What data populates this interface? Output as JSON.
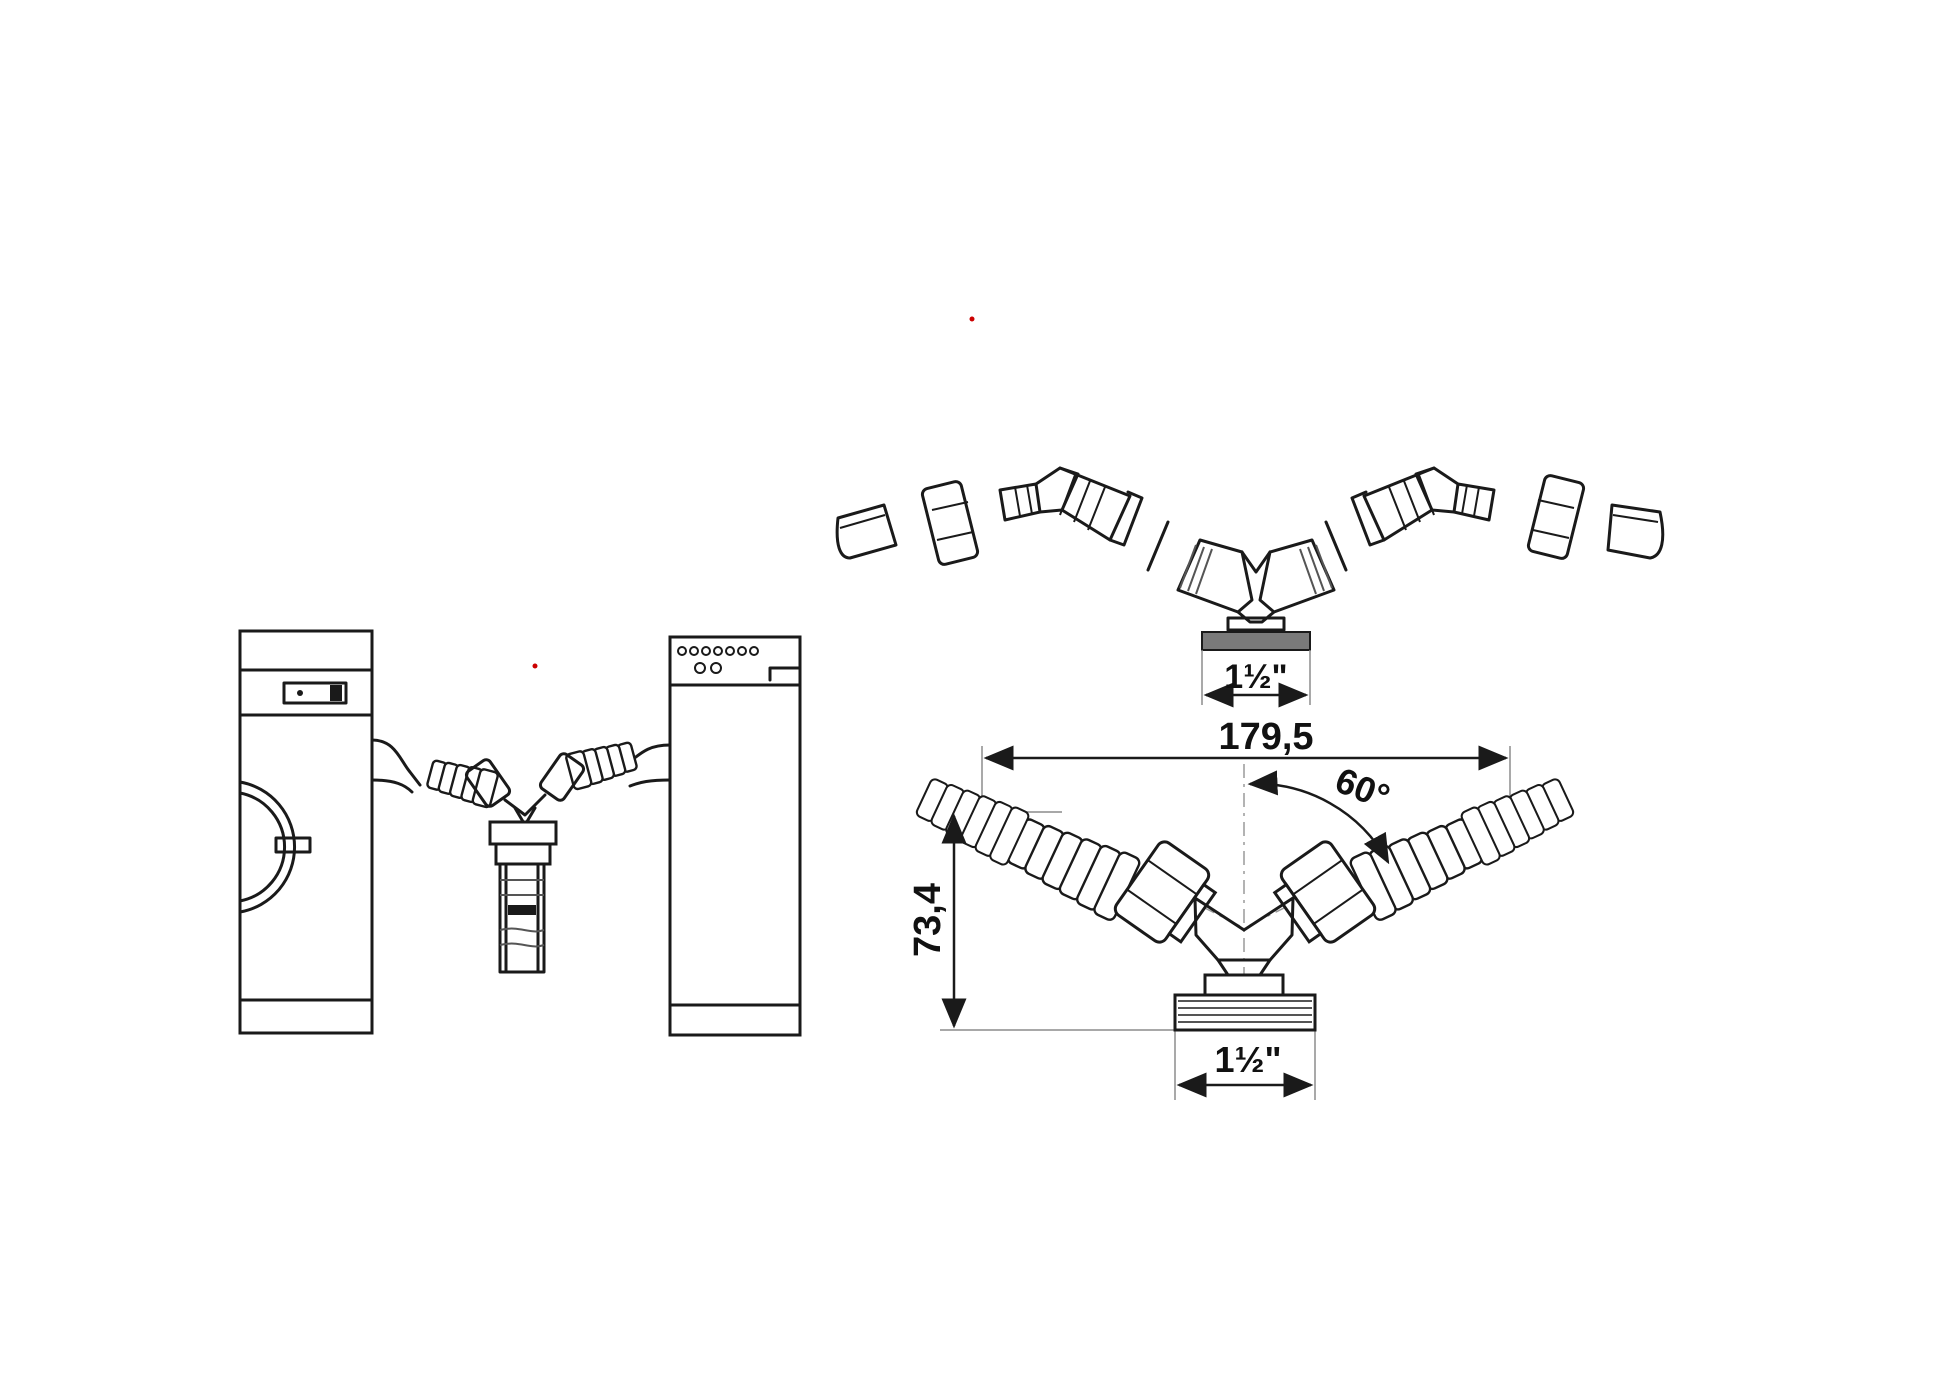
{
  "dimensions": {
    "width_label": "179,5",
    "height_label": "73,4",
    "angle_label": "60°",
    "thread_label_main": "1½\"",
    "thread_label_exploded": "1½\""
  },
  "colors": {
    "line": "#1a1a1a",
    "extension": "#8c8c8c",
    "background": "#ffffff",
    "marker": "#cc0000"
  }
}
